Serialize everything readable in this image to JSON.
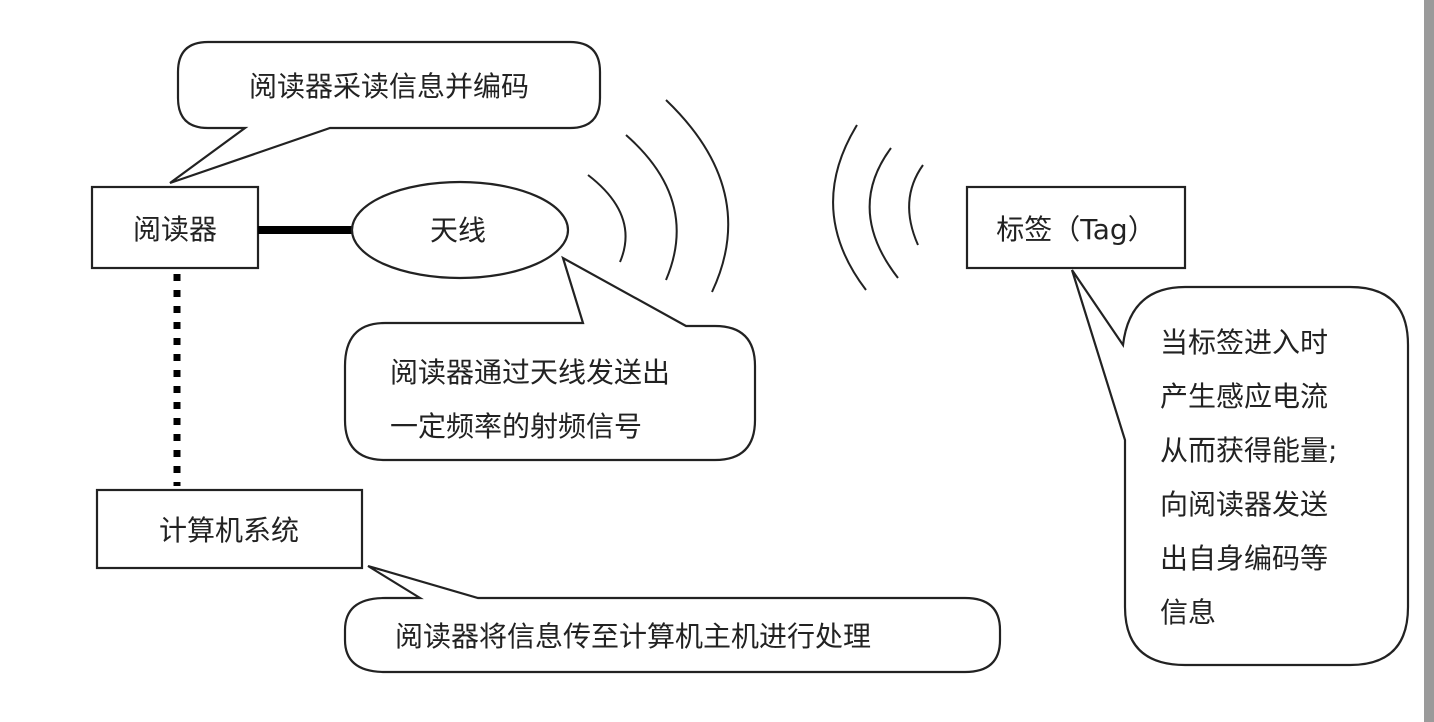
{
  "nodes": {
    "reader": "阅读器",
    "antenna": "天线",
    "tag": "标签（Tag）",
    "computer": "计算机系统"
  },
  "callouts": {
    "reader_note": "阅读器采读信息并编码",
    "antenna_note": [
      "阅读器通过天线发送出",
      "一定频率的射频信号"
    ],
    "tag_note": [
      "当标签进入时",
      "产生感应电流",
      "从而获得能量;",
      "向阅读器发送",
      "出自身编码等",
      "信息"
    ],
    "computer_note": "阅读器将信息传至计算机主机进行处理"
  }
}
